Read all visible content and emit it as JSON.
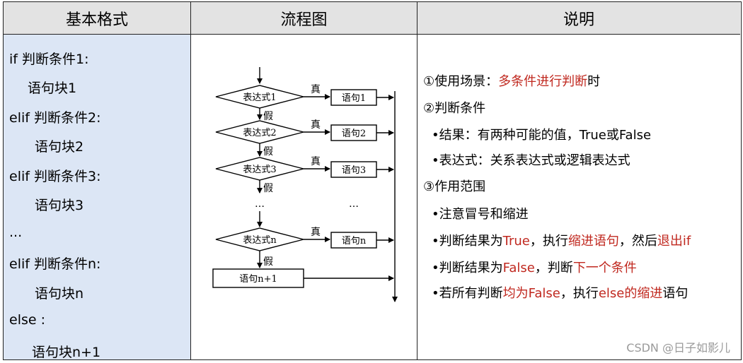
{
  "headers": [
    "基本格式",
    "流程图",
    "说明"
  ],
  "code_lines": [
    "if  判断条件1:",
    "语句块1",
    "elif 判断条件2:",
    "语句块2",
    "elif 判断条件3:",
    "语句块3",
    "...",
    "elif 判断条件n:",
    "语句块n",
    "else :",
    "语句块n+1"
  ],
  "flow": {
    "conditions": [
      "表达式1",
      "表达式2",
      "表达式3",
      "表达式n"
    ],
    "statements": [
      "语句1",
      "语句2",
      "语句3",
      "语句n"
    ],
    "true_label": "真",
    "false_label": "假",
    "ellipsis": "…",
    "else_statement": "语句n+1"
  },
  "desc": {
    "l1": [
      "①使用场景：",
      "多条件进行判断",
      "时"
    ],
    "l2": "②判断条件",
    "l3": "•结果：有两种可能的值，True或False",
    "l4": "•表达式：关系表达式或逻辑表达式",
    "l5": "③作用范围",
    "l6": "•注意冒号和缩进",
    "l7": [
      "•判断结果为",
      "True",
      "，执行",
      "缩进语句",
      "，然后",
      "退出if"
    ],
    "l8": [
      "•判断结果为",
      "False",
      "，判断",
      "下一个条件"
    ],
    "l9": [
      "•若所有判断",
      "均为False",
      "，执行",
      "else的缩进",
      "语句"
    ]
  },
  "colors": {
    "highlight": "#c0281f",
    "code_bg": "#dce6f5",
    "header_bg": "#e3e3e3"
  },
  "watermark": "CSDN @日子如影儿"
}
